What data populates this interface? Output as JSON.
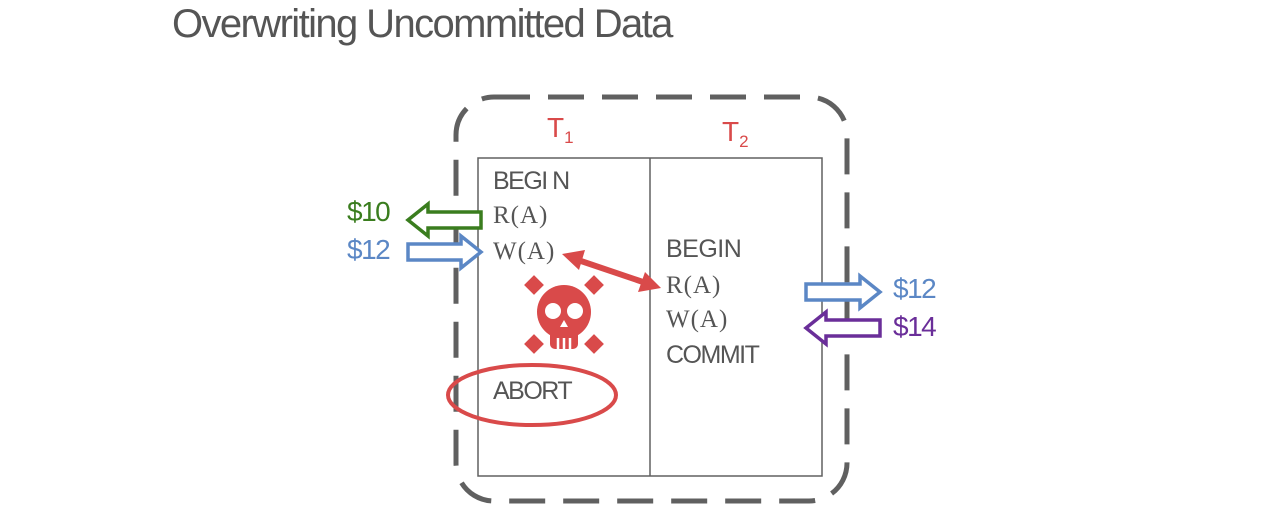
{
  "title": "Overwriting Uncommitted Data",
  "transactions": {
    "t1": {
      "label": "T",
      "subscript": "1",
      "ops": [
        "BEGI N",
        "R(A)",
        "W(A)",
        "ABORT"
      ]
    },
    "t2": {
      "label": "T",
      "subscript": "2",
      "ops": [
        "BEGIN",
        "R(A)",
        "W(A)",
        "COMMIT"
      ]
    }
  },
  "values": {
    "t1_read": "$10",
    "t1_write": "$12",
    "t2_read": "$12",
    "t2_write": "$14"
  },
  "colors": {
    "green": "#3a7d1e",
    "blue": "#5b87c5",
    "purple": "#6a2e99",
    "red": "#d94a4a",
    "gray": "#555555",
    "border": "#606060"
  },
  "icons": {
    "conflict": "double-headed-arrow-icon",
    "danger": "skull-crossbones-icon",
    "abort_mark": "ellipse-highlight-icon"
  }
}
